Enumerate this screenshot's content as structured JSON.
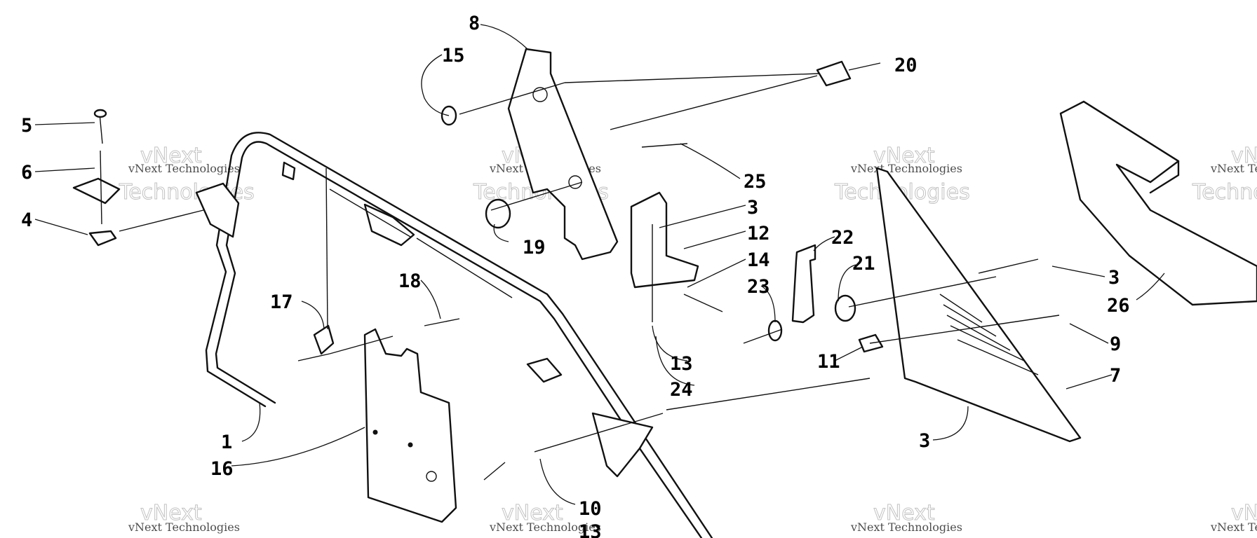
{
  "watermark": {
    "line1": "vNext",
    "line2": "vNext Technologies",
    "line3": "Technologies"
  },
  "callouts": {
    "c1": "1",
    "c3a": "3",
    "c3b": "3",
    "c3c": "3",
    "c4": "4",
    "c5": "5",
    "c6": "6",
    "c7": "7",
    "c8": "8",
    "c9": "9",
    "c10": "10",
    "c11": "11",
    "c12": "12",
    "c13": "13",
    "c14": "14",
    "c15": "15",
    "c16": "16",
    "c17": "17",
    "c18": "18",
    "c19": "19",
    "c20": "20",
    "c21": "21",
    "c22": "22",
    "c23": "23",
    "c24": "24",
    "c25": "25",
    "c26": "26",
    "c13b": "13"
  }
}
